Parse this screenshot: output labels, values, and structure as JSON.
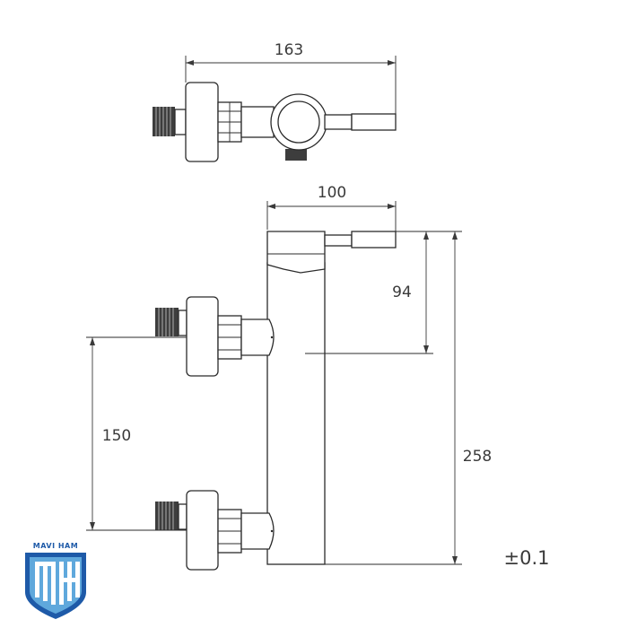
{
  "dimensions": {
    "top_width": "163",
    "body_width": "100",
    "handle_height": "94",
    "inlet_spacing": "150",
    "total_height": "258"
  },
  "tolerance": "±0.1",
  "logo": {
    "text": "MAVI HAM",
    "primary_color": "#1e5aa8",
    "accent_color": "#5fa8dc"
  }
}
